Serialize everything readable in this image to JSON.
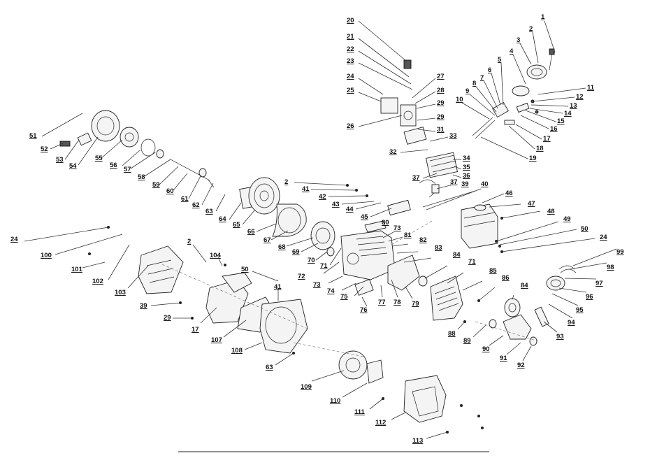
{
  "diagram": {
    "labels": {
      "p1": "1",
      "p2": "2",
      "p3": "3",
      "p4": "4",
      "p5": "5",
      "p6": "6",
      "p7": "7",
      "p8": "8",
      "p9": "9",
      "p10": "10",
      "p11": "11",
      "p12": "12",
      "p13": "13",
      "p14": "14",
      "p15": "15",
      "p16": "16",
      "p17": "17",
      "p18": "18",
      "p19": "19",
      "p20": "20",
      "p21": "21",
      "p22": "22",
      "p23": "23",
      "p24": "24",
      "p25": "25",
      "p26": "26",
      "p27": "27",
      "p28": "28",
      "p29": "29",
      "p31": "31",
      "p32": "32",
      "p33": "33",
      "p34": "34",
      "p35": "35",
      "p36": "36",
      "p37": "37",
      "p39": "39",
      "p40": "40",
      "p41": "41",
      "p42": "42",
      "p43": "43",
      "p44": "44",
      "p45": "45",
      "p46": "46",
      "p47": "47",
      "p48": "48",
      "p49": "49",
      "p50": "50",
      "p51": "51",
      "p52": "52",
      "p53": "53",
      "p54": "54",
      "p55": "55",
      "p56": "56",
      "p57": "57",
      "p58": "58",
      "p59": "59",
      "p60": "60",
      "p61": "61",
      "p62": "62",
      "p63": "63",
      "p64": "64",
      "p65": "65",
      "p66": "66",
      "p67": "67",
      "p68": "68",
      "p69": "69",
      "p70": "70",
      "p71": "71",
      "p72": "72",
      "p73": "73",
      "p74": "74",
      "p75": "75",
      "p76": "76",
      "p77": "77",
      "p78": "78",
      "p79": "79",
      "p80": "80",
      "p81": "81",
      "p82": "82",
      "p83": "83",
      "p84": "84",
      "p85": "85",
      "p86": "86",
      "p88": "88",
      "p89": "89",
      "p90": "90",
      "p91": "91",
      "p92": "92",
      "p93": "93",
      "p94": "94",
      "p95": "95",
      "p96": "96",
      "p97": "97",
      "p98": "98",
      "p99": "99",
      "p100": "100",
      "p101": "101",
      "p102": "102",
      "p103": "103",
      "p104": "104",
      "p107": "107",
      "p108": "108",
      "p109": "109",
      "p110": "110",
      "p111": "111",
      "p112": "112",
      "p113": "113"
    }
  }
}
